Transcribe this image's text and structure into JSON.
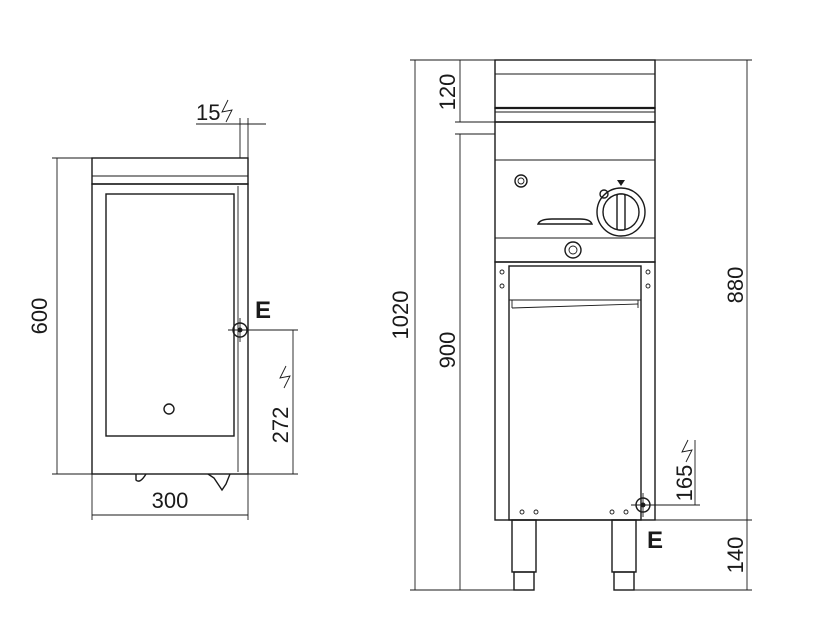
{
  "side_view": {
    "dim_width": "300",
    "dim_height": "600",
    "dim_offset_top": "15",
    "dim_connection_height": "272",
    "connection_label": "E"
  },
  "front_view": {
    "dim_top_panel": "120",
    "dim_total_height": "1020",
    "dim_work_height": "900",
    "dim_body_height": "880",
    "dim_connection_height": "165",
    "dim_foot_height": "140",
    "connection_label": "E"
  }
}
